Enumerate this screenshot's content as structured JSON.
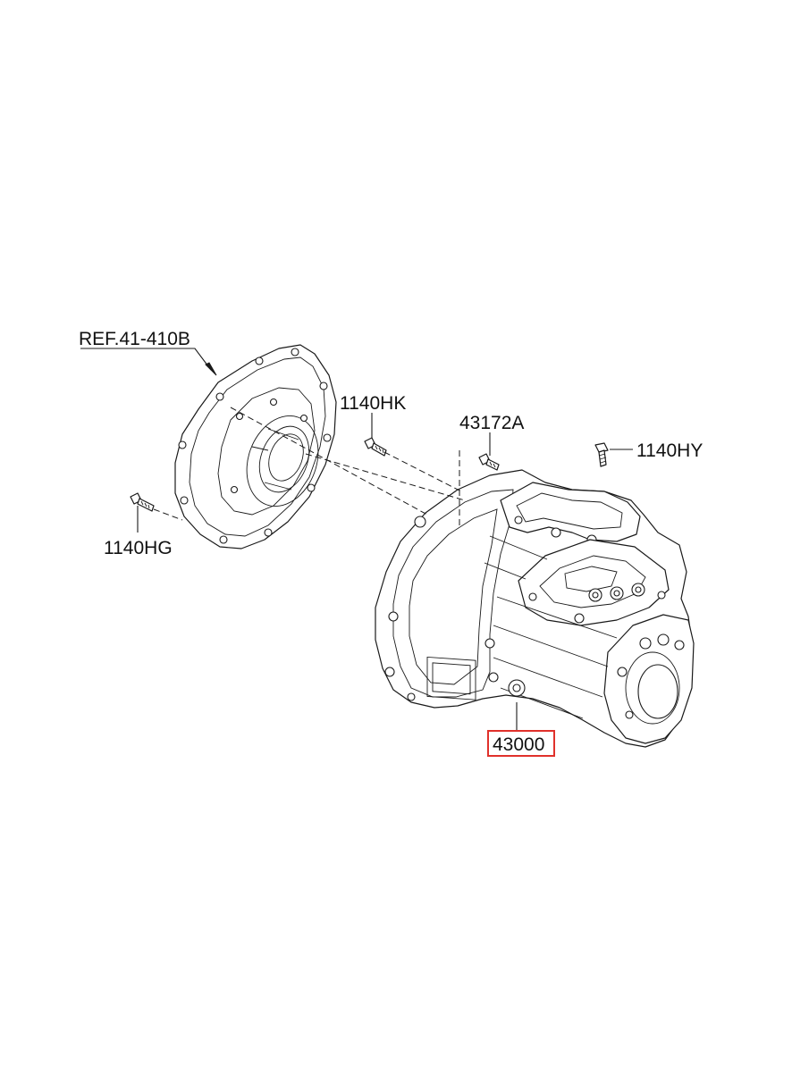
{
  "callouts": {
    "ref_clutch_housing": "REF.41-410B",
    "bolt_1140hk": "1140HK",
    "bolt_43172a": "43172A",
    "bolt_1140hy": "1140HY",
    "bolt_1140hg": "1140HG",
    "transaxle_assy": "43000"
  },
  "colors": {
    "highlight_box": "#e0312b",
    "line": "#1a1a1a"
  }
}
